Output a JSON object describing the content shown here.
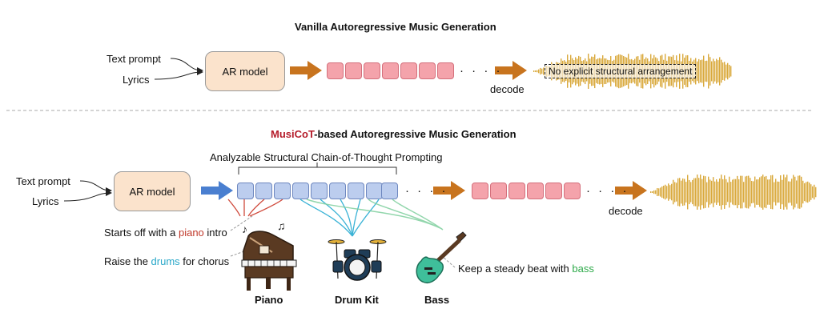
{
  "top": {
    "title": "Vanilla Autoregressive Music Generation",
    "input_1": "Text prompt",
    "input_2": "Lyrics",
    "model_label": "AR model",
    "ellipsis": "· · · ·",
    "decode_label": "decode",
    "annotation": "No explicit structural arrangement"
  },
  "bottom": {
    "title_highlight": "MusiCoT",
    "title_rest": "-based Autoregressive Music Generation",
    "bracket_label": "Analyzable Structural Chain-of-Thought Prompting",
    "input_1": "Text prompt",
    "input_2": "Lyrics",
    "model_label": "AR model",
    "ellipsis_1": "· · · ·",
    "ellipsis_2": "· · · ·",
    "decode_label": "decode",
    "note_piano": {
      "before": "Starts off with a ",
      "keyword": "piano",
      "after": " intro"
    },
    "note_drums": {
      "before": "Raise the ",
      "keyword": "drums",
      "after": " for chorus"
    },
    "note_bass": {
      "before": "Keep a steady beat with ",
      "keyword": "bass",
      "after": ""
    },
    "instruments": [
      "Piano",
      "Drum Kit",
      "Bass"
    ]
  },
  "colors": {
    "arrow_orange": "#c8741e",
    "arrow_blue": "#4a7fd0",
    "token_red": "#f4a3ab",
    "token_blue": "#bccdee",
    "waveform": "#d9a93c",
    "piano": "#c0392b",
    "drums": "#2aa8c9",
    "bass": "#2eaa4a"
  }
}
